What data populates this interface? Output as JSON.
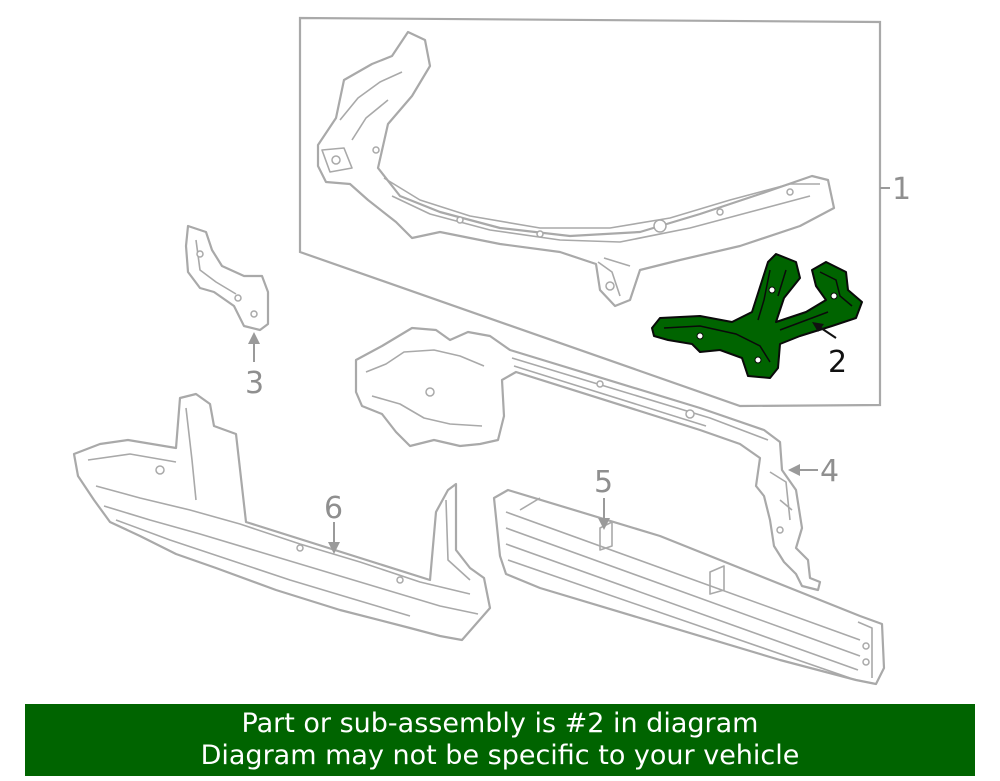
{
  "diagram": {
    "callouts": [
      {
        "id": "1",
        "label": "1"
      },
      {
        "id": "2",
        "label": "2",
        "highlighted": true
      },
      {
        "id": "3",
        "label": "3"
      },
      {
        "id": "4",
        "label": "4"
      },
      {
        "id": "5",
        "label": "5"
      },
      {
        "id": "6",
        "label": "6"
      }
    ],
    "colors": {
      "line": "#a9a9a9",
      "highlight": "#006400",
      "banner": "#006400",
      "banner_text": "#ffffff"
    }
  },
  "banner": {
    "line1": "Part or sub-assembly is #2 in diagram",
    "line2": "Diagram may not be specific to your vehicle"
  }
}
